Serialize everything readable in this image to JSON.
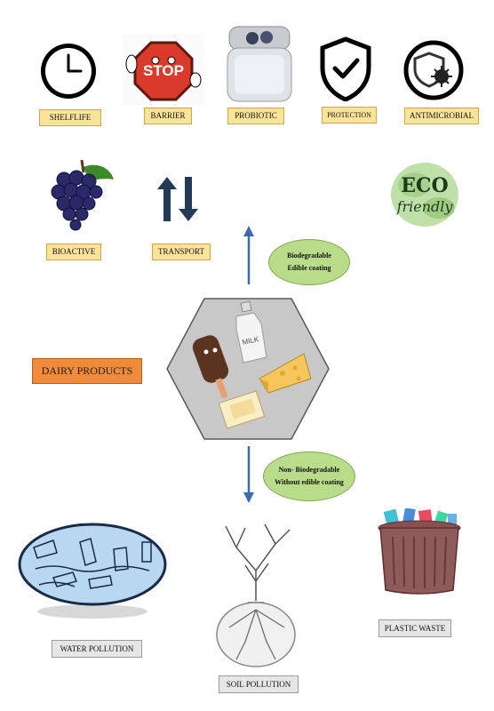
{
  "labels": {
    "shelflife": "SHELFLIFE",
    "barrier": "BARRIER",
    "probiotic": "PROBIOTIC",
    "protection": "PROTECTION",
    "antimicrobial": "ANTIMICROBIAL",
    "bioactive": "BIOACTIVE",
    "transport": "TRANSPORT",
    "dairy": "DAIRY PRODUCTS",
    "water_pollution": "WATER POLLUTION",
    "soil_pollution": "SOIL POLLUTION",
    "plastic_waste": "PLASTIC WASTE"
  },
  "ovals": {
    "top_line1": "Biodegradable",
    "top_line2": "Edible coating",
    "bottom_line1": "Non- Biodegradable",
    "bottom_line2": "Without edible coating"
  },
  "images": {
    "stop_sign_text": "STOP",
    "milk_text": "MILK",
    "eco_text_1": "ECO",
    "eco_text_2": "friendly"
  },
  "colors": {
    "label_fill": "#fce39a",
    "oval_fill": "#b9dc8a",
    "dairy_fill": "#f08a3c",
    "arrow_blue": "#3d6bb3",
    "hexagon_fill": "#c8c8c8"
  },
  "icons": [
    "clock-icon",
    "stop-sign-icon",
    "probiotic-jar-icon",
    "shield-check-icon",
    "shield-virus-icon",
    "grapes-icon",
    "transport-arrows-icon",
    "eco-friendly-icon",
    "dairy-hexagon",
    "water-pollution-image",
    "soil-pollution-tree",
    "plastic-waste-bin"
  ]
}
